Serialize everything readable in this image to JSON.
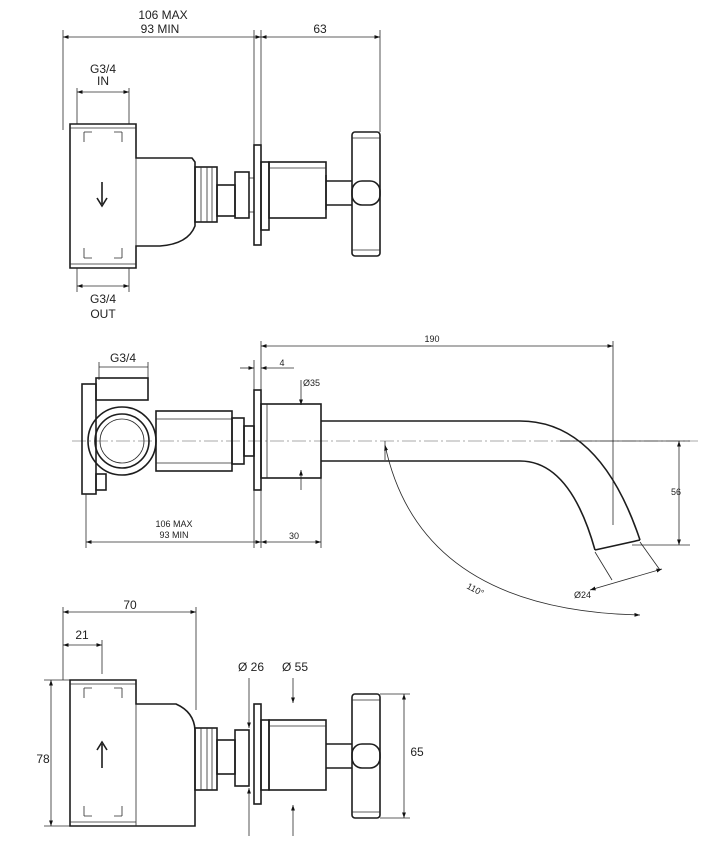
{
  "top_view": {
    "dim_width_max": "106 MAX",
    "dim_width_min": "93 MIN",
    "dim_63": "63",
    "inlet_size": "G3/4",
    "inlet_label": "IN",
    "outlet_size": "G3/4",
    "outlet_label": "OUT"
  },
  "side_view": {
    "dim_190": "190",
    "dim_4": "4",
    "dia_35": "Ø35",
    "thread": "G3/4",
    "dim_56": "56",
    "dim_width_max": "106 MAX",
    "dim_width_min": "93 MIN",
    "dim_30": "30",
    "angle": "110°",
    "dia_24": "Ø24"
  },
  "bottom_view": {
    "dim_70": "70",
    "dim_21": "21",
    "dim_78": "78",
    "dia_26": "Ø 26",
    "dia_55": "Ø 55",
    "dim_65": "65"
  }
}
